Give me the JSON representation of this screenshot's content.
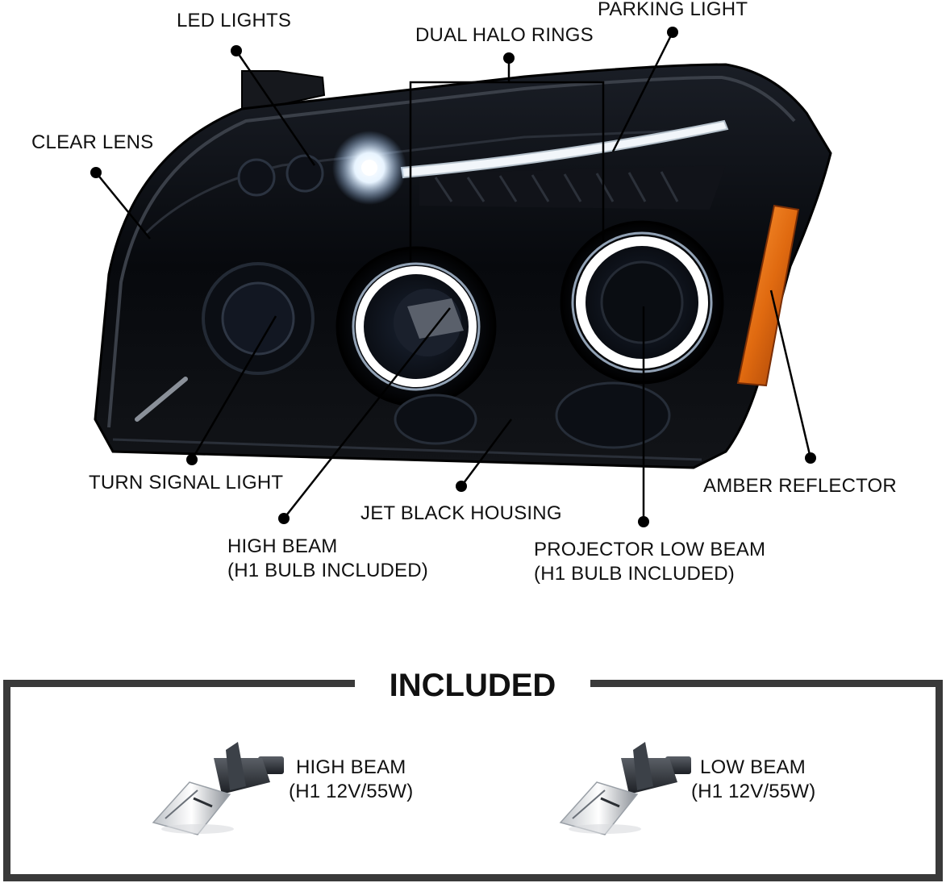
{
  "callouts": {
    "led_lights": "LED LIGHTS",
    "dual_halo_rings": "DUAL HALO RINGS",
    "parking_light": "PARKING LIGHT",
    "clear_lens": "CLEAR LENS",
    "turn_signal_light": "TURN SIGNAL LIGHT",
    "jet_black_housing": "JET BLACK HOUSING",
    "amber_reflector": "AMBER REFLECTOR",
    "high_beam": [
      "HIGH BEAM",
      "(H1 BULB INCLUDED)"
    ],
    "projector_low_beam": [
      "PROJECTOR LOW BEAM",
      "(H1 BULB INCLUDED)"
    ]
  },
  "included": {
    "title": "INCLUDED",
    "items": [
      {
        "name": "HIGH BEAM",
        "spec": "(H1 12V/55W)"
      },
      {
        "name": "LOW BEAM",
        "spec": "(H1 12V/55W)"
      }
    ]
  },
  "colors": {
    "background": "#ffffff",
    "housing": "#0b0d12",
    "halo": "#ffffff",
    "amber": "#e06a10",
    "leader": "#000000",
    "frame": "#3a3a3a"
  }
}
